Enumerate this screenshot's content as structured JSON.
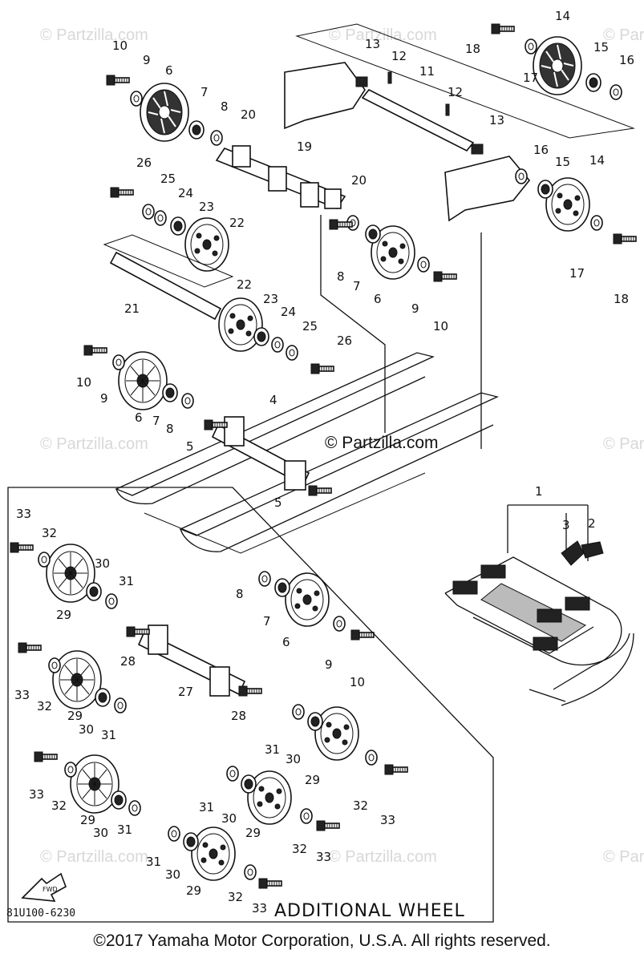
{
  "watermark": "© Partzilla.com",
  "center_watermark": "© Partzilla.com",
  "diagram_code": "81U100-6230",
  "additional_label": "ADDITIONAL WHEEL",
  "copyright": "©2017 Yamaha Motor Corporation, U.S.A. All rights reserved.",
  "fwd_label": "FWD",
  "callouts": {
    "c1": "1",
    "c2": "2",
    "c3": "3",
    "c4": "4",
    "c5a": "5",
    "c5b": "5",
    "c6a": "6",
    "c6b": "6",
    "c6c": "6",
    "c6d": "6",
    "c7a": "7",
    "c7b": "7",
    "c7c": "7",
    "c7d": "7",
    "c8a": "8",
    "c8b": "8",
    "c8c": "8",
    "c8d": "8",
    "c9a": "9",
    "c9b": "9",
    "c9c": "9",
    "c9d": "9",
    "c10a": "10",
    "c10b": "10",
    "c10c": "10",
    "c10d": "10",
    "c11": "11",
    "c12a": "12",
    "c12b": "12",
    "c13a": "13",
    "c13b": "13",
    "c14a": "14",
    "c14b": "14",
    "c15a": "15",
    "c15b": "15",
    "c16a": "16",
    "c16b": "16",
    "c17a": "17",
    "c17b": "17",
    "c18a": "18",
    "c18b": "18",
    "c19": "19",
    "c20a": "20",
    "c20b": "20",
    "c21": "21",
    "c22a": "22",
    "c22b": "22",
    "c23a": "23",
    "c23b": "23",
    "c24a": "24",
    "c24b": "24",
    "c25a": "25",
    "c25b": "25",
    "c26a": "26",
    "c26b": "26",
    "c27": "27",
    "c28a": "28",
    "c28b": "28",
    "c29a": "29",
    "c29b": "29",
    "c29c": "29",
    "c29d": "29",
    "c29e": "29",
    "c29f": "29",
    "c30a": "30",
    "c30b": "30",
    "c30c": "30",
    "c30d": "30",
    "c30e": "30",
    "c30f": "30",
    "c31a": "31",
    "c31b": "31",
    "c31c": "31",
    "c31d": "31",
    "c31e": "31",
    "c31f": "31",
    "c32a": "32",
    "c32b": "32",
    "c32c": "32",
    "c32d": "32",
    "c32e": "32",
    "c32f": "32",
    "c33a": "33",
    "c33b": "33",
    "c33c": "33",
    "c33d": "33",
    "c33e": "33",
    "c33f": "33"
  }
}
